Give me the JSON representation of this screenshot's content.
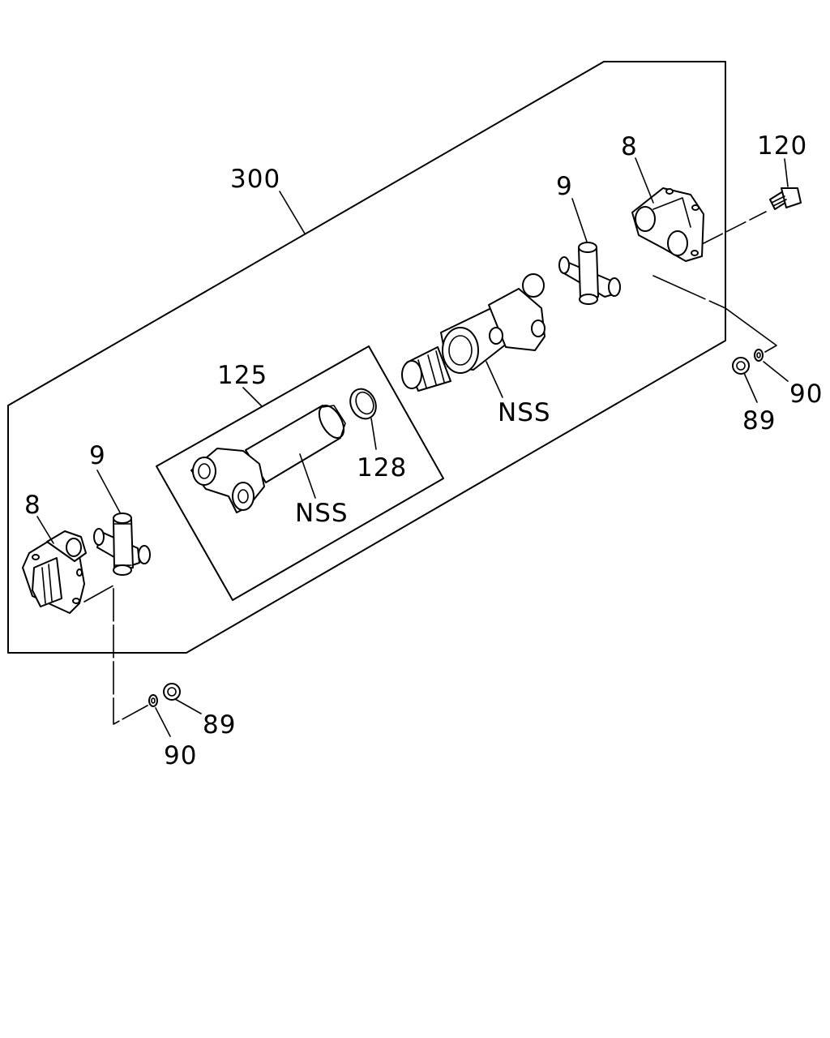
{
  "callouts": {
    "assembly": "300",
    "flange_left": "8",
    "flange_right": "8",
    "spider_left": "9",
    "spider_right": "9",
    "bolt": "120",
    "sub_assembly": "125",
    "seal": "128",
    "yoke_tube": "NSS",
    "slip_yoke": "NSS",
    "nut_right": "89",
    "washer_right": "90",
    "nut_left": "89",
    "washer_left": "90"
  }
}
